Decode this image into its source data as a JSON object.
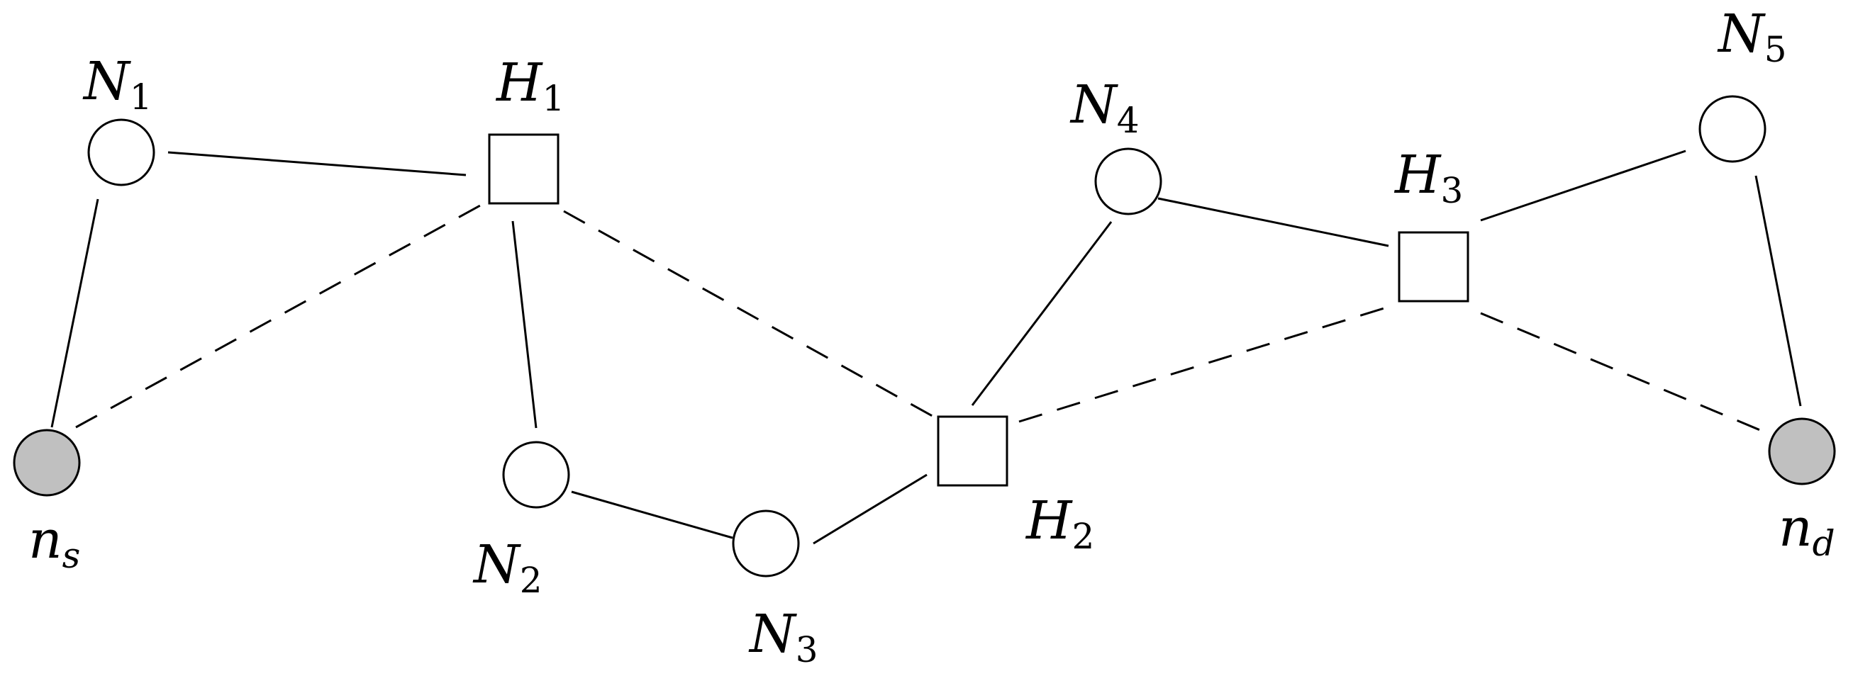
{
  "colors": {
    "stroke": "#000000",
    "terminal_fill": "#c0c0c0",
    "relay_fill": "#ffffff",
    "background": "#ffffff"
  },
  "nodes": {
    "ns": {
      "base": "n",
      "sub": "s",
      "shape": "circle",
      "kind": "terminal"
    },
    "nd": {
      "base": "n",
      "sub": "d",
      "shape": "circle",
      "kind": "terminal"
    },
    "N1": {
      "base": "N",
      "sub": "1",
      "shape": "circle",
      "kind": "relay"
    },
    "N2": {
      "base": "N",
      "sub": "2",
      "shape": "circle",
      "kind": "relay"
    },
    "N3": {
      "base": "N",
      "sub": "3",
      "shape": "circle",
      "kind": "relay"
    },
    "N4": {
      "base": "N",
      "sub": "4",
      "shape": "circle",
      "kind": "relay"
    },
    "N5": {
      "base": "N",
      "sub": "5",
      "shape": "circle",
      "kind": "relay"
    },
    "H1": {
      "base": "H",
      "sub": "1",
      "shape": "square",
      "kind": "hub"
    },
    "H2": {
      "base": "H",
      "sub": "2",
      "shape": "square",
      "kind": "hub"
    },
    "H3": {
      "base": "H",
      "sub": "3",
      "shape": "square",
      "kind": "hub"
    }
  },
  "edges": [
    {
      "from": "ns",
      "to": "N1",
      "style": "solid"
    },
    {
      "from": "N1",
      "to": "H1",
      "style": "solid"
    },
    {
      "from": "H1",
      "to": "N2",
      "style": "solid"
    },
    {
      "from": "N2",
      "to": "N3",
      "style": "solid"
    },
    {
      "from": "N3",
      "to": "H2",
      "style": "solid"
    },
    {
      "from": "H2",
      "to": "N4",
      "style": "solid"
    },
    {
      "from": "N4",
      "to": "H3",
      "style": "solid"
    },
    {
      "from": "H3",
      "to": "N5",
      "style": "solid"
    },
    {
      "from": "N5",
      "to": "nd",
      "style": "solid"
    },
    {
      "from": "ns",
      "to": "H1",
      "style": "dashed"
    },
    {
      "from": "H1",
      "to": "H2",
      "style": "dashed"
    },
    {
      "from": "H2",
      "to": "H3",
      "style": "dashed"
    },
    {
      "from": "H3",
      "to": "nd",
      "style": "dashed"
    }
  ]
}
